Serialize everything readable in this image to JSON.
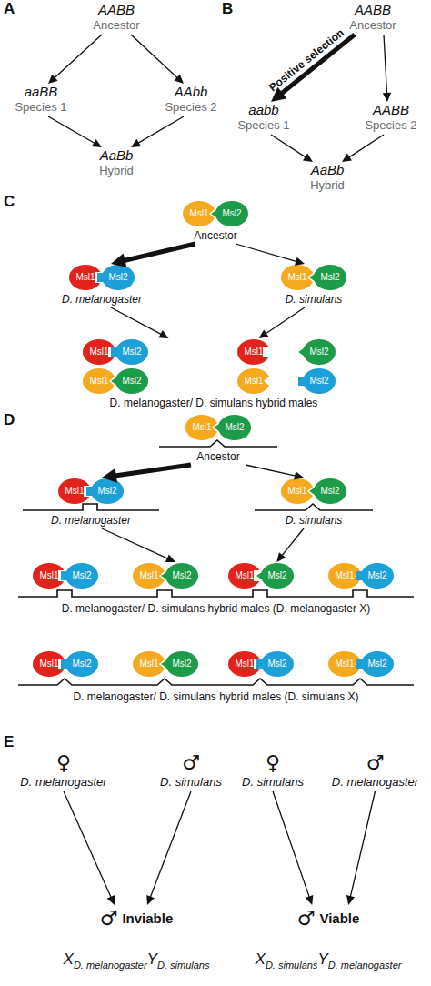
{
  "diagram": {
    "nodes": [
      {
        "text": [
          "AABB",
          "Ancestor"
        ]
      },
      {
        "text": [
          "aaBB",
          "Species 1"
        ]
      },
      {
        "text": [
          "AAbb",
          "Species 2"
        ]
      },
      {
        "text": [
          "AaBb",
          "Hybrid"
        ]
      },
      {
        "text": [
          "AABB",
          "Ancestor"
        ]
      },
      {
        "text": [
          "aabb",
          "Species 1"
        ]
      },
      {
        "text": [
          "AABB",
          "Species 2"
        ]
      },
      {
        "text": [
          "AaBb",
          "Hybrid"
        ]
      },
      {
        "text": [
          "Ancestor"
        ]
      },
      {
        "text": [
          "Msl1"
        ],
        "in": 8
      },
      {
        "text": [
          "Msl2"
        ],
        "in": 8
      },
      {
        "text": [
          "D. melanogaster"
        ]
      },
      {
        "text": [
          "Msl1"
        ],
        "in": 11
      },
      {
        "text": [
          "Msl2"
        ],
        "in": 11
      },
      {
        "text": [
          "D. simulans"
        ]
      },
      {
        "text": [
          "Msl1"
        ],
        "in": 14
      },
      {
        "text": [
          "Msl2"
        ],
        "in": 14
      },
      {
        "text": [
          "D. melanogaster/ D. simulans hybrid males"
        ]
      },
      {
        "text": [
          "Msl1"
        ],
        "in": 17
      },
      {
        "text": [
          "Msl2"
        ],
        "in": 17
      },
      {
        "text": [
          "Msl1"
        ],
        "in": 17
      },
      {
        "text": [
          "Msl2"
        ],
        "in": 17
      },
      {
        "text": [
          "Msl1"
        ],
        "in": 17
      },
      {
        "text": [
          "Msl2"
        ],
        "in": 17
      },
      {
        "text": [
          "Msl1"
        ],
        "in": 17
      },
      {
        "text": [
          "Msl2"
        ],
        "in": 17
      },
      {
        "text": [
          "Ancestor"
        ]
      },
      {
        "text": [
          "Msl1"
        ],
        "in": 26
      },
      {
        "text": [
          "Msl2"
        ],
        "in": 26
      },
      {
        "text": [
          "D. melanogaster"
        ]
      },
      {
        "text": [
          "Msl1"
        ],
        "in": 29
      },
      {
        "text": [
          "Msl2"
        ],
        "in": 29
      },
      {
        "text": [
          "D. simulans"
        ]
      },
      {
        "text": [
          "Msl1"
        ],
        "in": 32
      },
      {
        "text": [
          "Msl2"
        ],
        "in": 32
      },
      {
        "text": [
          "D. melanogaster/ D. simulans hybrid males (D. melanogaster X)"
        ]
      },
      {
        "text": [
          "Msl1"
        ],
        "in": 35
      },
      {
        "text": [
          "Msl2"
        ],
        "in": 35
      },
      {
        "text": [
          "Msl1"
        ],
        "in": 35
      },
      {
        "text": [
          "Msl2"
        ],
        "in": 35
      },
      {
        "text": [
          "Msl1"
        ],
        "in": 35
      },
      {
        "text": [
          "Msl2"
        ],
        "in": 35
      },
      {
        "text": [
          "Msl1"
        ],
        "in": 35
      },
      {
        "text": [
          "Msl2"
        ],
        "in": 35
      },
      {
        "text": [
          "D. melanogaster/ D. simulans hybrid males (D. simulans X)"
        ]
      },
      {
        "text": [
          "Msl1"
        ],
        "in": 44
      },
      {
        "text": [
          "Msl2"
        ],
        "in": 44
      },
      {
        "text": [
          "Msl1"
        ],
        "in": 44
      },
      {
        "text": [
          "Msl2"
        ],
        "in": 44
      },
      {
        "text": [
          "Msl1"
        ],
        "in": 44
      },
      {
        "text": [
          "Msl2"
        ],
        "in": 44
      },
      {
        "text": [
          "Msl1"
        ],
        "in": 44
      },
      {
        "text": [
          "Msl2"
        ],
        "in": 44
      },
      {
        "text": [
          "♀",
          "D. melanogaster"
        ]
      },
      {
        "text": [
          "♂",
          "D. simulans"
        ]
      },
      {
        "text": [
          "♂",
          "Inviable",
          "X",
          "D. melanogaster",
          "Y",
          "D. simulans"
        ]
      },
      {
        "text": [
          "♀",
          "D. simulans"
        ]
      },
      {
        "text": [
          "♂",
          "D. melanogaster"
        ]
      },
      {
        "text": [
          "♂",
          "Viable",
          "X",
          "D. simulans",
          "Y",
          "D. melanogaster"
        ]
      }
    ],
    "edges": [
      {
        "from": 0,
        "to": 1,
        "arrow": "to"
      },
      {
        "from": 0,
        "to": 2,
        "arrow": "to"
      },
      {
        "from": 1,
        "to": 3,
        "arrow": "to"
      },
      {
        "from": 2,
        "to": 3,
        "arrow": "to"
      },
      {
        "from": 4,
        "to": 5,
        "arrow": "to",
        "label": "Positive selection"
      },
      {
        "from": 4,
        "to": 6,
        "arrow": "to"
      },
      {
        "from": 5,
        "to": 7,
        "arrow": "to"
      },
      {
        "from": 6,
        "to": 7,
        "arrow": "to"
      },
      {
        "from": 8,
        "to": 11,
        "arrow": "to"
      },
      {
        "from": 8,
        "to": 14,
        "arrow": "to"
      },
      {
        "from": 11,
        "to": 17,
        "arrow": "to"
      },
      {
        "from": 14,
        "to": 17,
        "arrow": "to"
      },
      {
        "from": 26,
        "to": 29,
        "arrow": "to"
      },
      {
        "from": 26,
        "to": 32,
        "arrow": "to"
      },
      {
        "from": 29,
        "to": 35,
        "arrow": "to"
      },
      {
        "from": 32,
        "to": 35,
        "arrow": "to"
      },
      {
        "from": 53,
        "to": 55,
        "arrow": "to"
      },
      {
        "from": 54,
        "to": 55,
        "arrow": "to"
      },
      {
        "from": 56,
        "to": 58,
        "arrow": "to"
      },
      {
        "from": 57,
        "to": 58,
        "arrow": "to"
      }
    ],
    "labels": [
      "A",
      "B",
      "C",
      "D",
      "E"
    ]
  }
}
